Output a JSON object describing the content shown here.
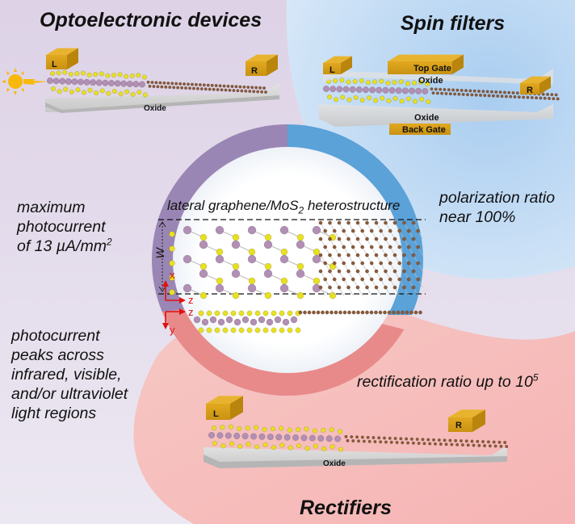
{
  "sections": {
    "optoelectronic": {
      "title": "Optoelectronic devices",
      "claim1_lines": [
        "maximum",
        "photocurrent"
      ],
      "claim1_last": "of 13 µA/mm",
      "claim1_sup": "2",
      "claim2_lines": [
        "photocurrent",
        "peaks across",
        "infrared, visible,",
        "and/or ultraviolet",
        "light regions"
      ],
      "color": "#d9cfe6"
    },
    "spin_filters": {
      "title": "Spin filters",
      "claim_lines": [
        "polarization ratio",
        "near 100%"
      ],
      "color": "#bcd6f0"
    },
    "rectifiers": {
      "title": "Rectifiers",
      "claim_text": "rectification ratio up to 10",
      "claim_sup": "5",
      "color": "#f8bfbf"
    }
  },
  "center": {
    "label_pre": "lateral graphene/MoS",
    "label_sub": "2",
    "label_post": " heterostructure",
    "width_label": "W",
    "axes": {
      "x": "x",
      "z1": "z",
      "z2": "z",
      "y": "y"
    }
  },
  "devices": {
    "opto": {
      "left": "L",
      "right": "R",
      "substrate": "Oxide",
      "light_source": "sun-icon"
    },
    "spin": {
      "left": "L",
      "right": "R",
      "top_gate": "Top Gate",
      "top_oxide": "Oxide",
      "bottom_oxide": "Oxide",
      "back_gate": "Back Gate"
    },
    "rect": {
      "left": "L",
      "right": "R",
      "substrate": "Oxide"
    }
  },
  "colors": {
    "ring_purple": "#9a86b4",
    "ring_blue": "#5aa2d8",
    "ring_red": "#e88a8a",
    "electrode": "#d9a520",
    "sulfur": "#e8e020",
    "molybdenum": "#b28fb4",
    "carbon": "#8a5a3a",
    "oxide": "#cfcfcf",
    "axis_red": "#e01010"
  }
}
